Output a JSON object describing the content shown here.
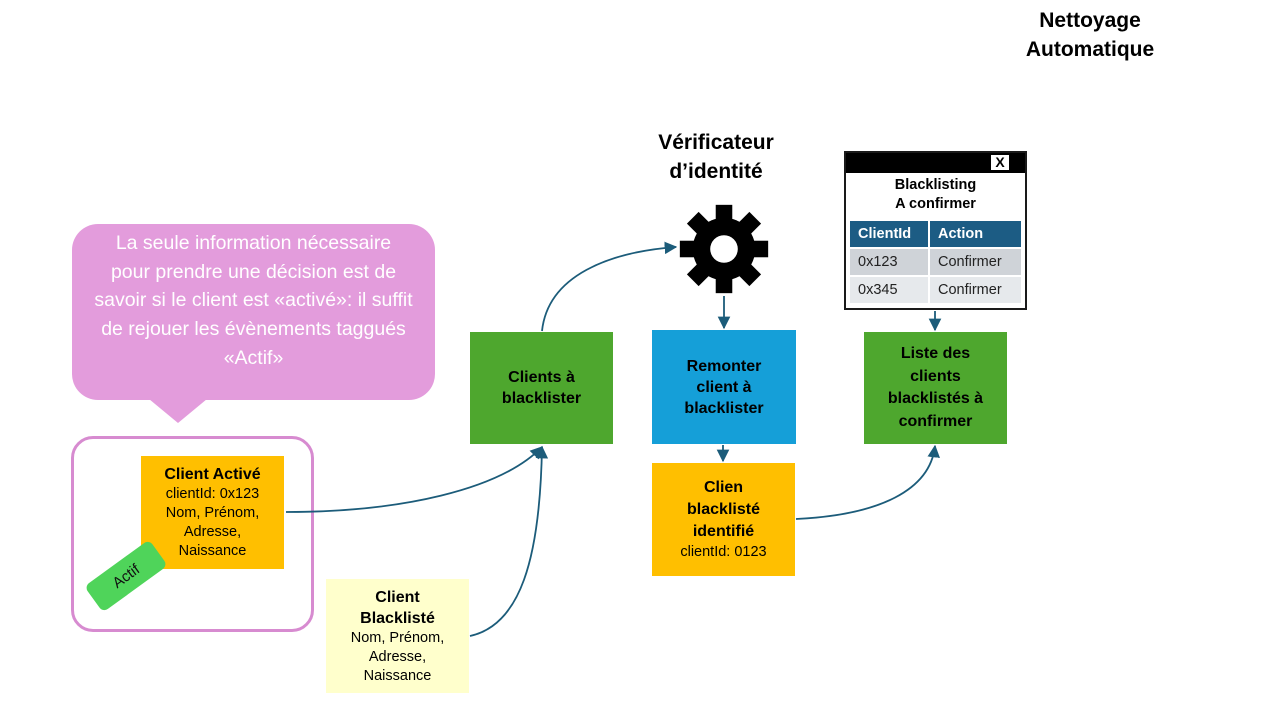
{
  "title": "Nettoyage\nAutomatique",
  "verifier": {
    "title": "Vérificateur\nd’identité",
    "icon": "gear-icon"
  },
  "bubble": {
    "text": "La seule information nécessaire pour prendre une décision est de savoir si le client est «activé»: il suffit de rejouer les évènements taggués «Actif»"
  },
  "client_active": {
    "title": "Client Activé",
    "lines": [
      "clientId: 0x123",
      "Nom, Prénom,",
      "Adresse,",
      "Naissance"
    ],
    "tag": "Actif"
  },
  "client_blacklisted": {
    "title": "Client\nBlacklisté",
    "lines": [
      "Nom, Prénom,",
      "Adresse,",
      "Naissance"
    ]
  },
  "clients_to_blacklist": {
    "label": "Clients à\nblacklister"
  },
  "raise_client": {
    "label": "Remonter\nclient à\nblacklister"
  },
  "identified": {
    "title": "Clien\nblacklisté\nidentifié",
    "detail": "clientId: 0123"
  },
  "confirm_list": {
    "label": "Liste des\nclients\nblacklistés à\nconfirmer"
  },
  "window": {
    "close_label": "X",
    "title": "Blacklisting\nA confirmer",
    "headers": [
      "ClientId",
      "Action"
    ],
    "rows": [
      [
        "0x123",
        "Confirmer"
      ],
      [
        "0x345",
        "Confirmer"
      ]
    ]
  },
  "colors": {
    "green": "#4ea72e",
    "blue": "#159fd8",
    "amber": "#ffbf00",
    "pale_yellow": "#ffffcc",
    "pink": "#e39cdc",
    "arrow": "#1c5c7a",
    "table_header": "#1c5c84"
  }
}
